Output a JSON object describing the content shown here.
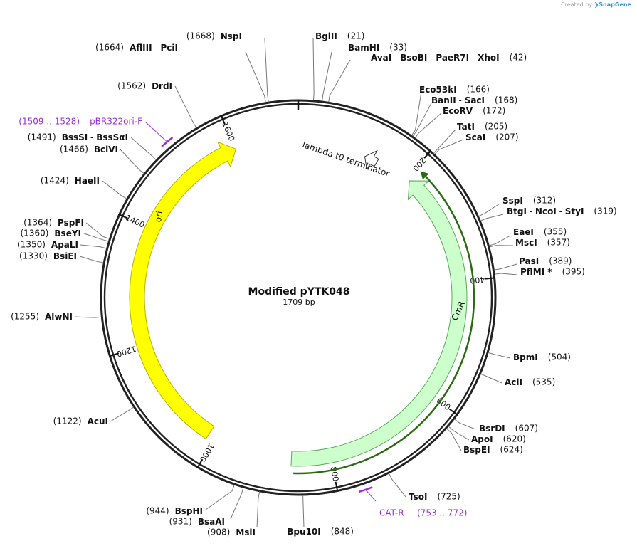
{
  "credit": {
    "prefix": "Created by",
    "brand": "SnapGene"
  },
  "plasmid": {
    "name": "Modified pYTK048",
    "length_label": "1709 bp",
    "length_bp": 1709
  },
  "tick_labels": [
    "200",
    "400",
    "600",
    "800",
    "1000",
    "1200",
    "1400",
    "1600"
  ],
  "features": [
    {
      "name": "CmR",
      "start": 207,
      "end": 866,
      "direction": "ccw",
      "fill": "#ccffcc",
      "stroke": "#5aa85a"
    },
    {
      "name": "ori",
      "start": 1012,
      "end": 1601,
      "direction": "cw",
      "fill": "#ffff00",
      "stroke": "#b3b300"
    },
    {
      "name": "lambda t0 terminator",
      "start": 120,
      "end": 143,
      "direction": "ccw",
      "fill": "#ffffff",
      "stroke": "#333333"
    }
  ],
  "primers": [
    {
      "name": "pBR322ori-F",
      "range": "(1509 .. 1528)",
      "start": 1509,
      "end": 1528,
      "color": "#9b30d9"
    },
    {
      "name": "CAT-R",
      "range": "(753 .. 772)",
      "start": 753,
      "end": 772,
      "color": "#9b30d9"
    }
  ],
  "enzymes": [
    {
      "names": [
        "NspI"
      ],
      "pos": "(1668)"
    },
    {
      "names": [
        "AflIII",
        "PciI"
      ],
      "pos": "(1664)"
    },
    {
      "names": [
        "BglII"
      ],
      "pos": "(21)"
    },
    {
      "names": [
        "BamHI"
      ],
      "pos": "(33)"
    },
    {
      "names": [
        "AvaI",
        "BsoBI",
        "PaeR7I",
        "XhoI"
      ],
      "pos": "(42)"
    },
    {
      "names": [
        "Eco53kI"
      ],
      "pos": "(166)"
    },
    {
      "names": [
        "BanII",
        "SacI"
      ],
      "pos": "(168)"
    },
    {
      "names": [
        "EcoRV"
      ],
      "pos": "(172)"
    },
    {
      "names": [
        "TatI"
      ],
      "pos": "(205)"
    },
    {
      "names": [
        "ScaI"
      ],
      "pos": "(207)"
    },
    {
      "names": [
        "SspI"
      ],
      "pos": "(312)"
    },
    {
      "names": [
        "BtgI",
        "NcoI",
        "StyI"
      ],
      "pos": "(319)"
    },
    {
      "names": [
        "EaeI"
      ],
      "pos": "(355)"
    },
    {
      "names": [
        "MscI"
      ],
      "pos": "(357)"
    },
    {
      "names": [
        "PasI"
      ],
      "pos": "(389)"
    },
    {
      "names": [
        "PflMI *"
      ],
      "pos": "(395)"
    },
    {
      "names": [
        "BpmI"
      ],
      "pos": "(504)"
    },
    {
      "names": [
        "AclI"
      ],
      "pos": "(535)"
    },
    {
      "names": [
        "BsrDI"
      ],
      "pos": "(607)"
    },
    {
      "names": [
        "ApoI"
      ],
      "pos": "(620)"
    },
    {
      "names": [
        "BspEI"
      ],
      "pos": "(624)"
    },
    {
      "names": [
        "TsoI"
      ],
      "pos": "(725)"
    },
    {
      "names": [
        "Bpu10I"
      ],
      "pos": "(848)"
    },
    {
      "names": [
        "MslI"
      ],
      "pos": "(908)"
    },
    {
      "names": [
        "BsaAI"
      ],
      "pos": "(931)"
    },
    {
      "names": [
        "BspHI"
      ],
      "pos": "(944)"
    },
    {
      "names": [
        "AcuI"
      ],
      "pos": "(1122)"
    },
    {
      "names": [
        "AlwNI"
      ],
      "pos": "(1255)"
    },
    {
      "names": [
        "BsiEI"
      ],
      "pos": "(1330)"
    },
    {
      "names": [
        "ApaLI"
      ],
      "pos": "(1350)"
    },
    {
      "names": [
        "BseYI"
      ],
      "pos": "(1360)"
    },
    {
      "names": [
        "PspFI"
      ],
      "pos": "(1364)"
    },
    {
      "names": [
        "HaeII"
      ],
      "pos": "(1424)"
    },
    {
      "names": [
        "BciVI"
      ],
      "pos": "(1466)"
    },
    {
      "names": [
        "BssSI",
        "BssSαI"
      ],
      "pos": "(1491)"
    },
    {
      "names": [
        "DrdI"
      ],
      "pos": "(1562)"
    }
  ]
}
